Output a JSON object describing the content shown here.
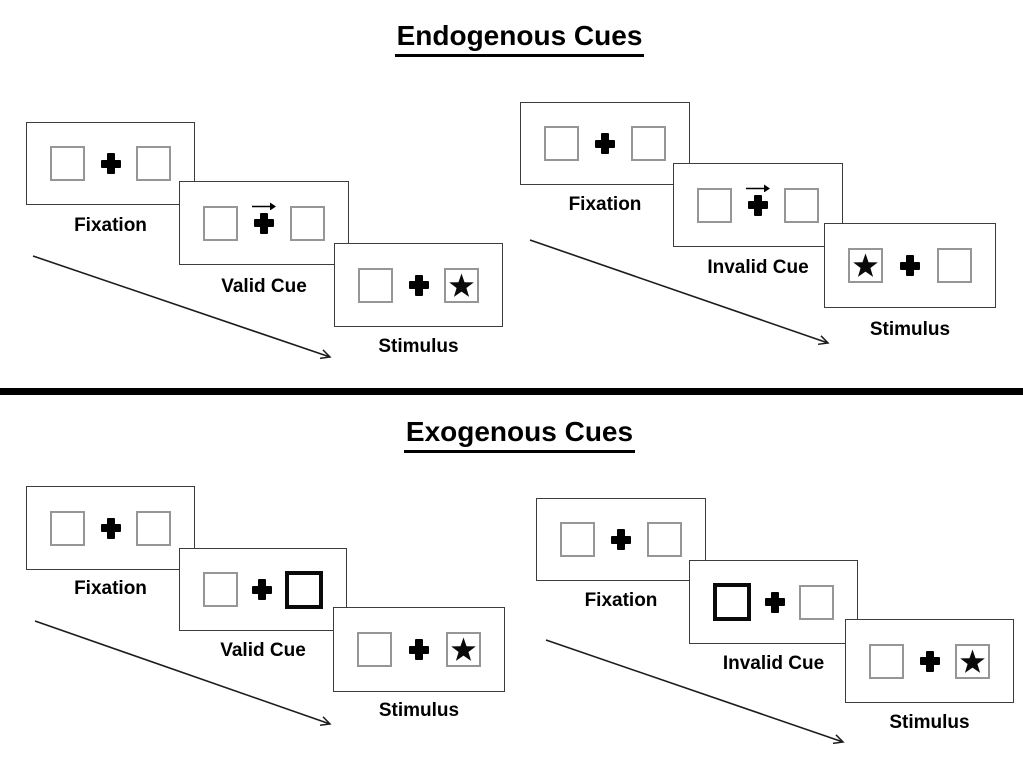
{
  "slide": {
    "background": "#ffffff",
    "divider_color": "#000000"
  },
  "diagram": {
    "sections": [
      {
        "title": "Endogenous Cues",
        "sequences": [
          {
            "name": "valid",
            "cue": "central right-pointing arrow above fixation cross",
            "stimulus_side": "right",
            "panels": [
              {
                "label": "Fixation"
              },
              {
                "label": "Valid Cue"
              },
              {
                "label": "Stimulus"
              }
            ]
          },
          {
            "name": "invalid",
            "cue": "central right-pointing arrow above fixation cross",
            "stimulus_side": "left",
            "panels": [
              {
                "label": "Fixation"
              },
              {
                "label": "Invalid Cue"
              },
              {
                "label": "Stimulus"
              }
            ]
          }
        ]
      },
      {
        "title": "Exogenous Cues",
        "sequences": [
          {
            "name": "valid",
            "cue": "thick black outline on right box",
            "stimulus_side": "right",
            "panels": [
              {
                "label": "Fixation"
              },
              {
                "label": "Valid Cue"
              },
              {
                "label": "Stimulus"
              }
            ]
          },
          {
            "name": "invalid",
            "cue": "thick black outline on left box",
            "stimulus_side": "right",
            "panels": [
              {
                "label": "Fixation"
              },
              {
                "label": "Invalid Cue"
              },
              {
                "label": "Stimulus"
              }
            ]
          }
        ]
      }
    ]
  },
  "icons": {
    "plus-icon": "heavy black cross (fixation point)",
    "arrow-right-icon": "thin right arrow (endogenous cue)",
    "star-icon": "solid black five-pointed star (target)",
    "diagonal-arrow-icon": "time-course arrow from upper-left to lower-right"
  },
  "colors": {
    "ink": "#000000",
    "panel_border": "#3c3c3c",
    "square_border": "#969696",
    "cue_square_border": "#0a0a0a"
  }
}
